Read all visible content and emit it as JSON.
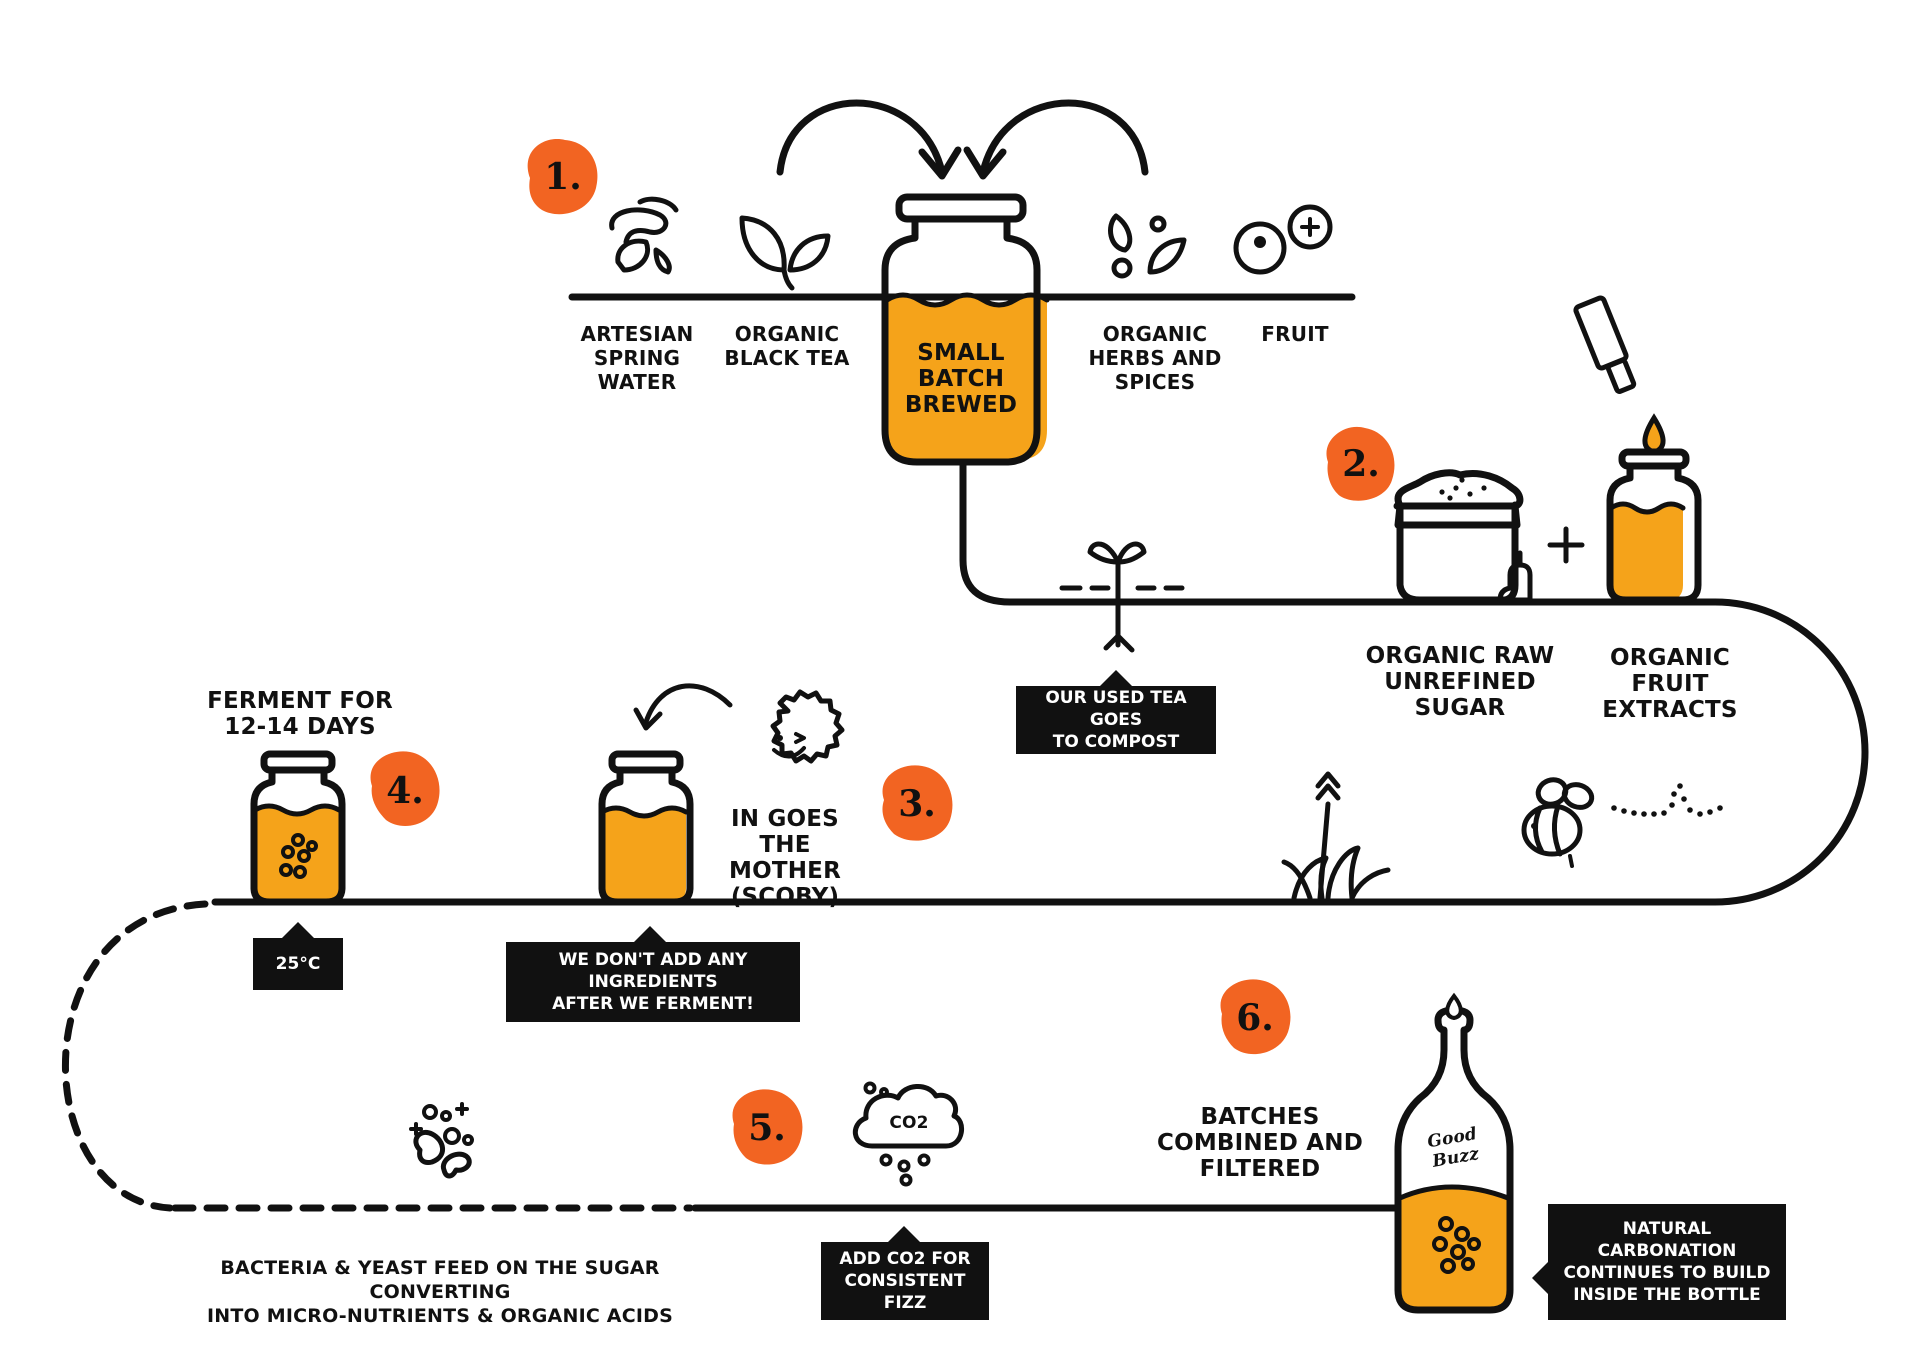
{
  "colors": {
    "accent": "#f5a31a",
    "badge": "#f26422",
    "ink": "#111111"
  },
  "steps": {
    "s1": "1.",
    "s2": "2.",
    "s3": "3.",
    "s4": "4.",
    "s5": "5.",
    "s6": "6."
  },
  "ingredients": {
    "water": "ARTESIAN\nSPRING\nWATER",
    "tea": "ORGANIC\nBLACK TEA",
    "herbs": "ORGANIC\nHERBS AND\nSPICES",
    "fruit": "FRUIT"
  },
  "brew_jar": "SMALL\nBATCH\nBREWED",
  "sugar": "ORGANIC RAW\nUNREFINED SUGAR",
  "extracts": "ORGANIC FRUIT\nEXTRACTS",
  "plus": "+",
  "compost_box": "OUR USED TEA GOES\nTO COMPOST",
  "ferment": "FERMENT FOR\n12-14 DAYS",
  "temp_box": "25°C",
  "mother": "IN GOES\nTHE MOTHER\n(SCOBY)",
  "no_ingredients_box": "WE DON'T ADD ANY INGREDIENTS\nAFTER WE FERMENT!",
  "bacteria": "BACTERIA & YEAST FEED ON THE SUGAR CONVERTING\nINTO MICRO-NUTRIENTS & ORGANIC ACIDS",
  "co2_icon_label": "CO2",
  "co2_box": "ADD CO2 FOR\nCONSISTENT FIZZ",
  "batches": "BATCHES\nCOMBINED AND\nFILTERED",
  "bottle_logo": "Good Buzz",
  "carbonation_box": "NATURAL CARBONATION\nCONTINUES TO BUILD\nINSIDE THE BOTTLE"
}
